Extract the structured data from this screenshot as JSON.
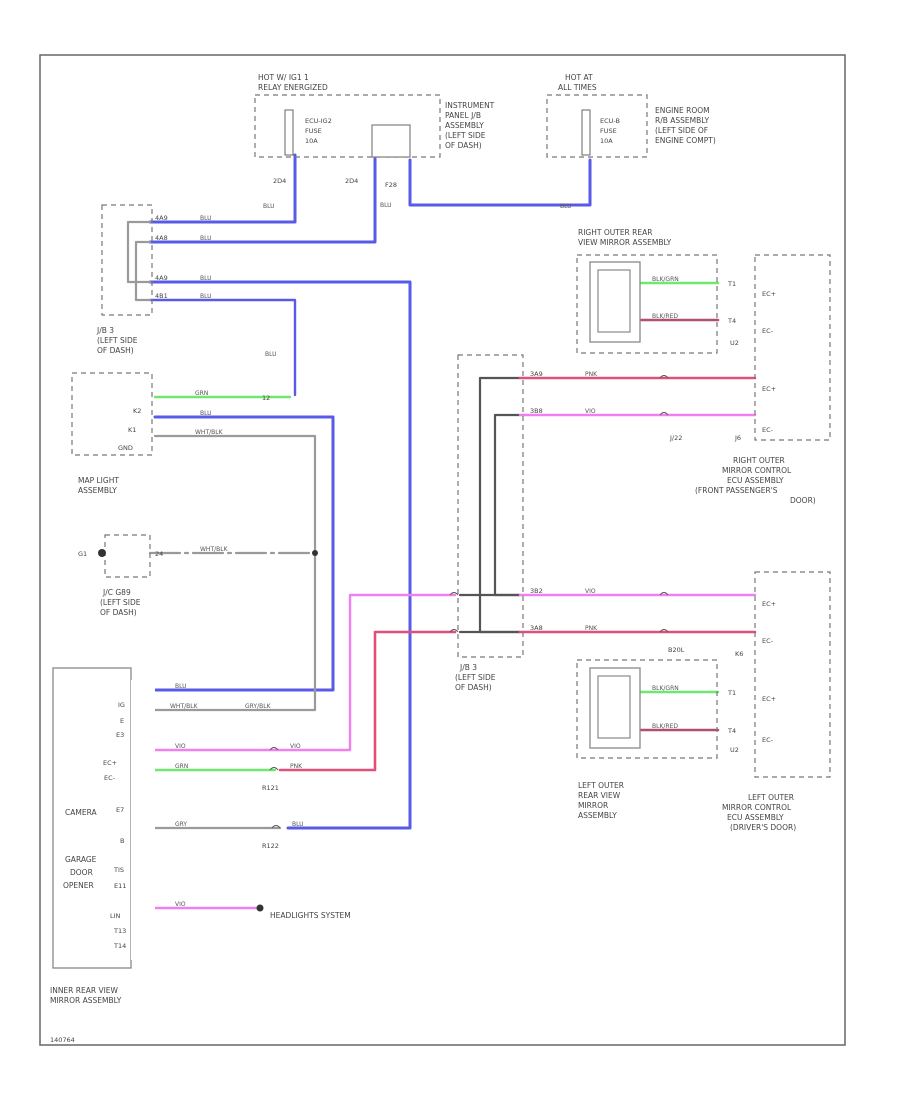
{
  "fuse_top_left": {
    "hot_label": "HOT W/ IG1 1",
    "relay_label": "RELAY ENERGIZED",
    "fuse_name": "ECU-IG2",
    "fuse_word": "FUSE",
    "amp": "10A",
    "panel": [
      "INSTRUMENT",
      "PANEL J/B",
      "ASSEMBLY",
      "(LEFT SIDE",
      "OF DASH)"
    ]
  },
  "fuse_top_right": {
    "hot_label": "HOT AT",
    "hot_sub": "ALL TIMES",
    "fuse_name": "ECU-B",
    "fuse_word": "FUSE",
    "amp": "10A",
    "panel": [
      "ENGINE ROOM",
      "R/B ASSEMBLY",
      "(LEFT SIDE OF",
      "ENGINE COMPT)"
    ]
  },
  "connectors": {
    "top": [
      "2D4",
      "2D4",
      "F28"
    ],
    "wire_colors": [
      "BLU",
      "BLU",
      "BLU",
      "BLU"
    ]
  },
  "jb3_upper": {
    "pins": [
      "4A9",
      "4A8",
      "4A9",
      "4B1"
    ],
    "wire": "BLU",
    "label": [
      "J/B 3",
      "(LEFT SIDE",
      "OF DASH)"
    ]
  },
  "map_light": {
    "pins": [
      "K2",
      "K1",
      "GND"
    ],
    "wires": [
      "GRN",
      "BLU",
      "WHT/BLK"
    ],
    "conn": "12",
    "label": [
      "MAP LIGHT",
      "ASSEMBLY"
    ]
  },
  "jc": {
    "ground": "G1",
    "pin": "24",
    "wire": "WHT/BLK",
    "label": [
      "J/C G89",
      "(LEFT SIDE",
      "OF DASH)"
    ]
  },
  "jb3_lower": {
    "pins": [
      "3A9",
      "3B8",
      "3B2",
      "3A8"
    ],
    "wires": [
      "PNK",
      "VIO",
      "VIO",
      "PNK"
    ],
    "label": [
      "J/B 3",
      "(LEFT SIDE",
      "OF DASH)"
    ]
  },
  "right_mirror": {
    "title": [
      "RIGHT OUTER REAR",
      "VIEW MIRROR ASSEMBLY"
    ],
    "wires": [
      "BLK/GRN",
      "BLK/RED"
    ],
    "pins": [
      "T1",
      "T4"
    ],
    "conn": "U2",
    "ecu_pins": [
      "EC+",
      "EC-",
      "EC+",
      "EC-"
    ],
    "jc": "J/22",
    "conn2": "J6",
    "ecu_label": [
      "RIGHT OUTER",
      "MIRROR CONTROL",
      "ECU ASSEMBLY",
      "(FRONT PASSENGER'S",
      "DOOR)"
    ]
  },
  "left_mirror": {
    "title": [
      "LEFT OUTER",
      "REAR VIEW",
      "MIRROR",
      "ASSEMBLY"
    ],
    "wires": [
      "BLK/GRN",
      "BLK/RED"
    ],
    "pins": [
      "T1",
      "T4"
    ],
    "conn": "U2",
    "ecu_pins": [
      "EC+",
      "EC-",
      "EC+",
      "EC-"
    ],
    "jc": "B20L",
    "conn2": "K6",
    "ecu_label": [
      "LEFT OUTER",
      "MIRROR CONTROL",
      "ECU ASSEMBLY",
      "(DRIVER'S DOOR)"
    ]
  },
  "inner_mirror": {
    "pins": [
      "IG",
      "E",
      "E3",
      "EC+",
      "EC-",
      "E7",
      "B",
      "TIS",
      "E11",
      "LIN",
      "T13",
      "T14"
    ],
    "inside": [
      "CAMERA",
      "GARAGE",
      "DOOR",
      "OPENER"
    ],
    "wires": [
      "BLU",
      "WHT/BLK",
      "VIO",
      "GRN",
      "GRY",
      "VIO"
    ],
    "join": [
      "GRY/BLK",
      "VIO",
      "PNK",
      "BLU"
    ],
    "conns": [
      "R121",
      "R122"
    ],
    "headlight": "HEADLIGHTS SYSTEM",
    "label": [
      "INNER REAR VIEW",
      "MIRROR ASSEMBLY"
    ]
  },
  "footer": "140764"
}
